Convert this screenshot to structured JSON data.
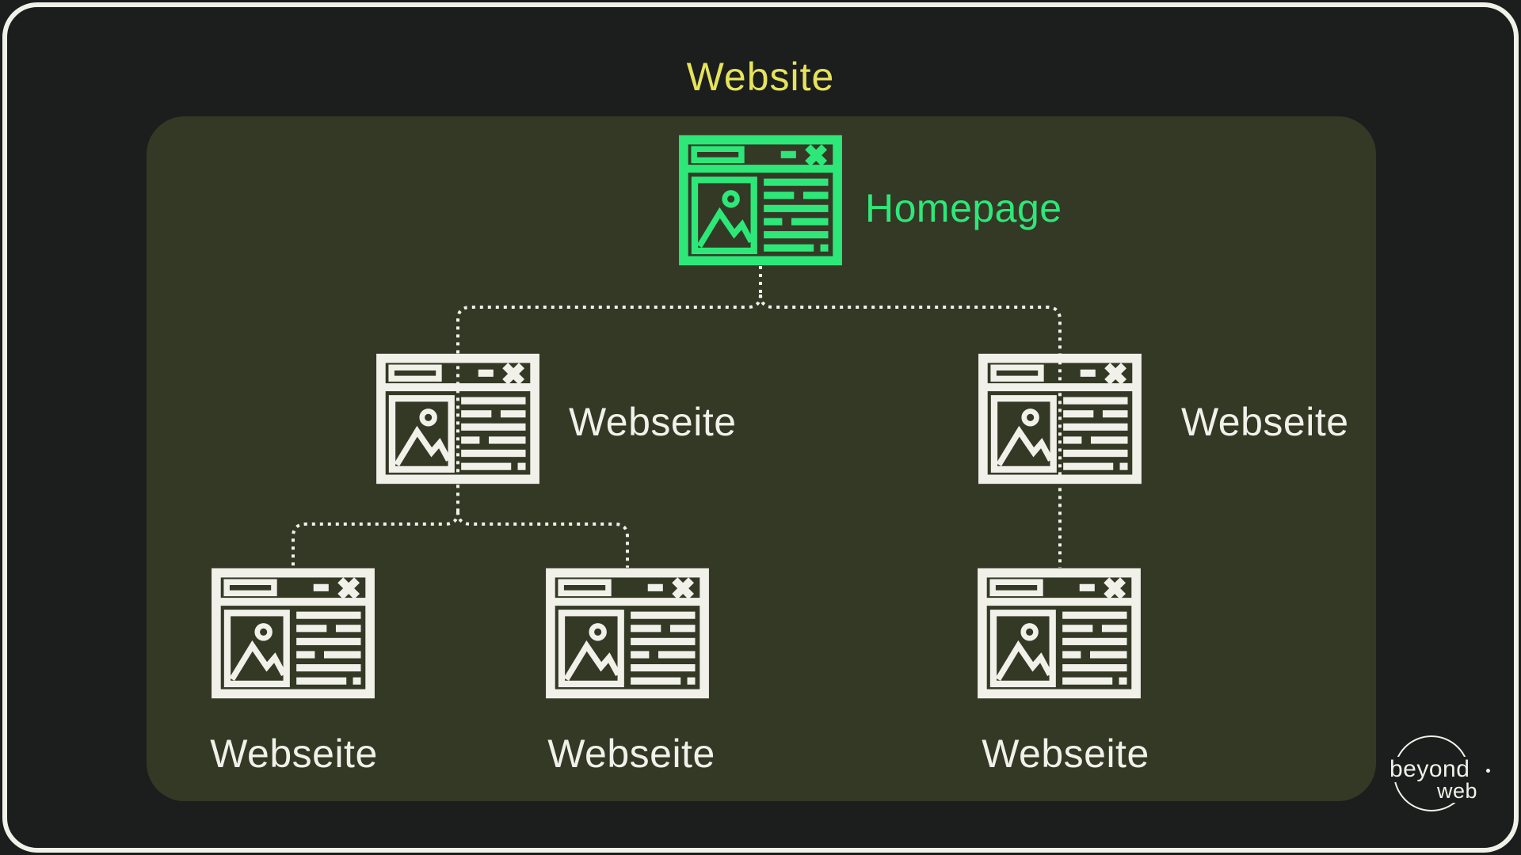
{
  "title": "Website",
  "diagram": {
    "homepage": {
      "label": "Homepage"
    },
    "level2_left": {
      "label": "Webseite"
    },
    "level2_right": {
      "label": "Webseite"
    },
    "level3_left": {
      "label": "Webseite"
    },
    "level3_middle": {
      "label": "Webseite"
    },
    "level3_right": {
      "label": "Webseite"
    }
  },
  "logo": {
    "line1": "beyond",
    "line2": "web"
  },
  "icons": {
    "node_icon": "browser-window-icon",
    "logo_mark": "circle-outline-icon"
  },
  "colors": {
    "background": "#1b1e1c",
    "panel": "#343926",
    "accent_green": "#2de879",
    "accent_yellow": "#e6e25c",
    "foreground_white": "#f1f1ea"
  }
}
